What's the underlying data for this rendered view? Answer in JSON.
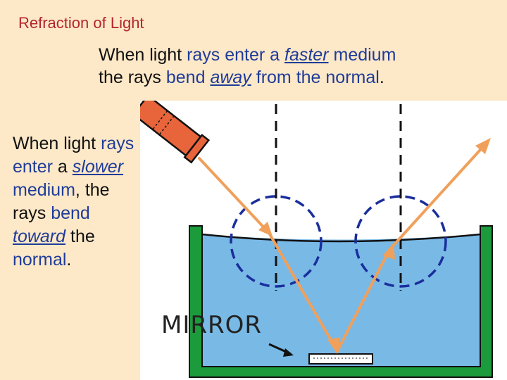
{
  "title": "Refraction of Light",
  "faster": {
    "t1": "When light ",
    "t2": "rays enter a ",
    "t3": "faster",
    "t4": " medium",
    "t5": "the rays ",
    "t6": "bend ",
    "t7": "away",
    "t8": " from the ",
    "t9": "normal",
    "t10": "."
  },
  "slower": {
    "t1": "When light ",
    "t2": "rays enter",
    "t3": " a ",
    "t4": "slower",
    "t5": "medium",
    "t6": ", the rays ",
    "t7": "bend",
    "t8": "toward",
    "t9": " the ",
    "t10": "normal",
    "t11": "."
  },
  "illustration": {
    "mirror_label": "MIRROR"
  },
  "colors": {
    "title": "#b3262b",
    "highlight": "#1f3c99",
    "water": "#79b9e6",
    "tank": "#1c9b3c",
    "ray": "#f0a05a",
    "flashlight": "#e8643a"
  }
}
